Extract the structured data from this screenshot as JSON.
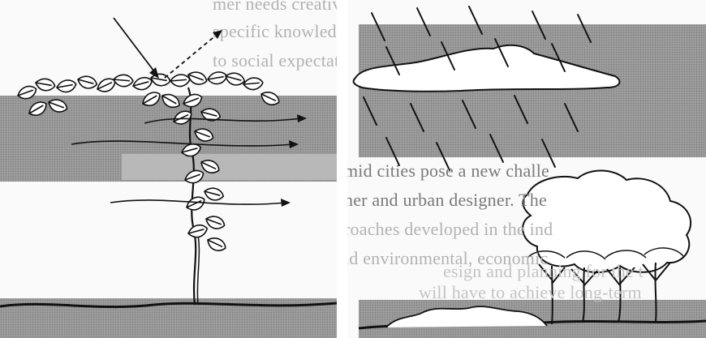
{
  "left_panel": {
    "background_text_lines": [
      "mer needs creativity and in",
      "specific knowledge and tech",
      "to social expectations, as"
    ]
  },
  "right_panel": {
    "background_text_lines": [
      "mid cities pose a new challe",
      "ner and urban designer. The",
      "roaches developed in the ind",
      "ld environmental, economic",
      "esign and planning for the t",
      "will have to achieve long-term"
    ]
  },
  "colors": {
    "band": "#9a9a9a",
    "ink": "#111111",
    "leaf": "#ffffff",
    "paper": "#fafafa"
  }
}
